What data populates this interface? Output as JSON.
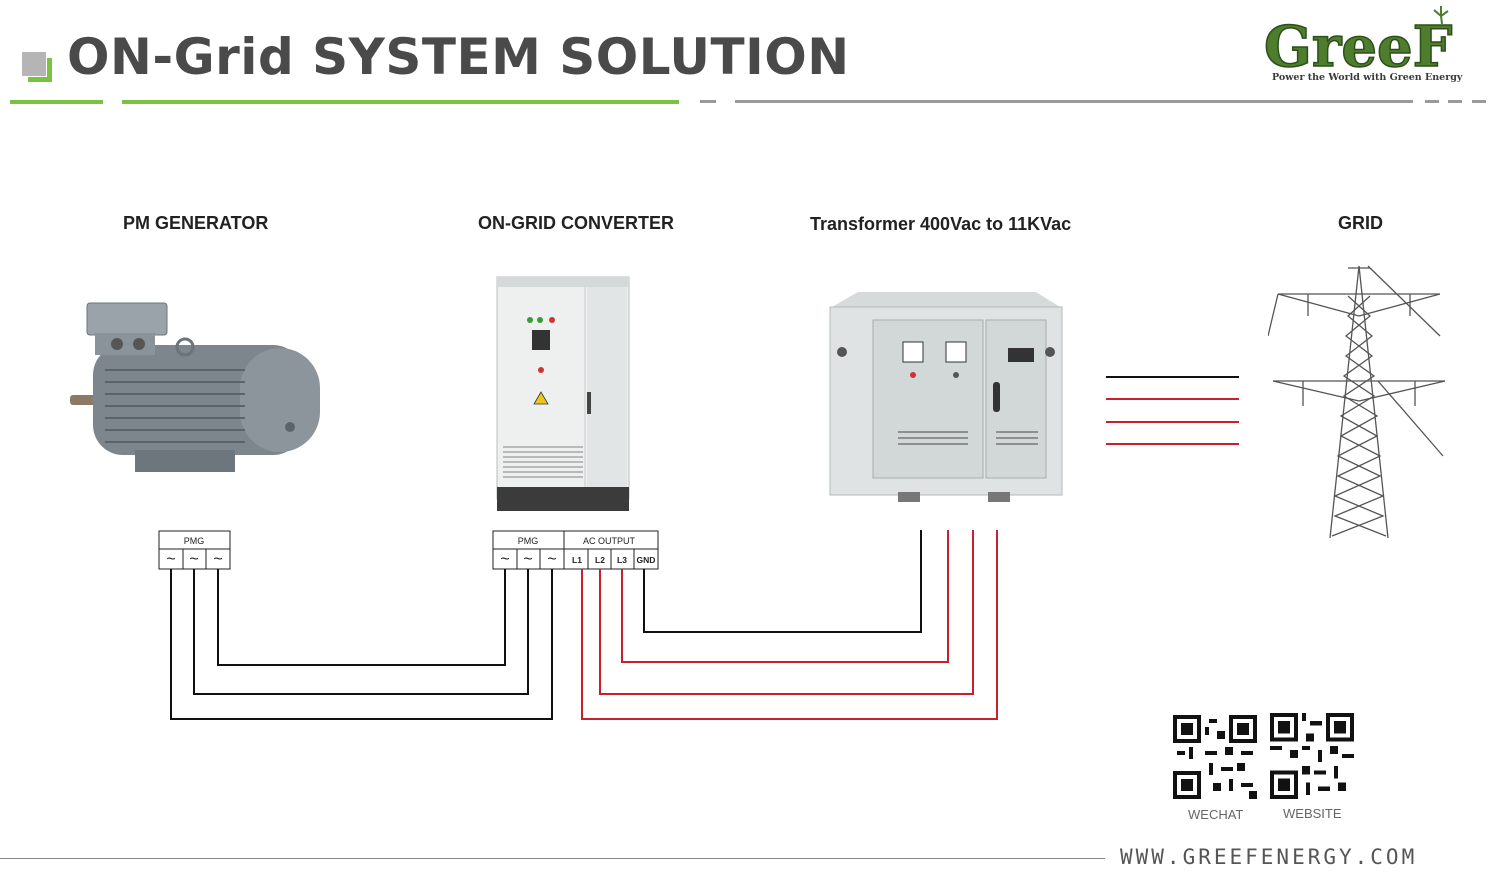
{
  "header": {
    "title": "ON-Grid SYSTEM SOLUTION",
    "logo_text": "GreeF",
    "logo_tagline": "Power the World with Green Energy",
    "colors": {
      "accent_green": "#7cc242",
      "title_gray": "#4a4a4a",
      "logo_green": "#4e7d2e"
    }
  },
  "components": {
    "generator": {
      "label": "PM GENERATOR",
      "icon": "pm-generator-icon"
    },
    "converter": {
      "label": "ON-GRID CONVERTER",
      "icon": "converter-cabinet-icon"
    },
    "transformer": {
      "label": "Transformer 400Vac to 11KVac",
      "icon": "transformer-icon"
    },
    "grid": {
      "label": "GRID",
      "icon": "transmission-tower-icon"
    }
  },
  "terminals": {
    "generator_block": {
      "header": "PMG",
      "cells": [
        "~",
        "~",
        "~"
      ]
    },
    "converter_block": {
      "pmg_header": "PMG",
      "pmg_cells": [
        "~",
        "~",
        "~"
      ],
      "output_header": "AC OUTPUT",
      "output_cells": [
        "L1",
        "L2",
        "L3",
        "GND"
      ]
    }
  },
  "wiring": {
    "black_color": "#111111",
    "red_color": "#c8202f"
  },
  "qr": {
    "wechat_label": "WECHAT",
    "website_label": "WEBSITE"
  },
  "footer": {
    "url": "WWW.GREEFENERGY.COM"
  }
}
